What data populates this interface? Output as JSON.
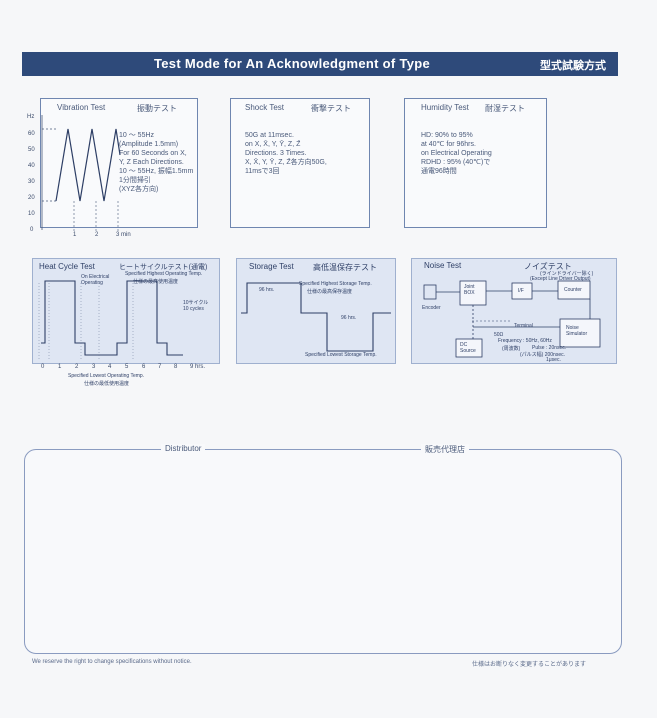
{
  "banner": {
    "title_en": "Test Mode for An Acknowledgment of Type",
    "title_jp": "型式試験方式"
  },
  "vibration": {
    "title_en": "Vibration Test",
    "title_jp": "振動テスト",
    "y_unit": "Hz",
    "y_ticks": [
      "60",
      "50",
      "40",
      "30",
      "20",
      "10",
      "0"
    ],
    "x_ticks": [
      "1",
      "2",
      "3 min"
    ],
    "desc": "10 ～ 55Hz\n(Amplitude 1.5mm)\nFor 60 Seconds on X,\nY, Z Each Directions.\n10 ～ 55Hz, 振幅1.5mm\n1分間掃引\n(XYZ各方向)"
  },
  "shock": {
    "title_en": "Shock Test",
    "title_jp": "衝撃テスト",
    "desc": "50G at 11msec.\non X, X̄, Y, Ȳ, Z, Z̄\nDirections. 3 Times.\nX, X̄, Y, Ȳ, Z, Z̄各方向50G,\n11msで3回"
  },
  "humidity": {
    "title_en": "Humidity Test",
    "title_jp": "耐湿テスト",
    "desc": "HD: 90% to 95%\nat 40℃ for 96hrs.\non Electrical Operating\nRDHD : 95% (40℃)で\n通電96時間"
  },
  "heat": {
    "title_en": "Heat Cycle Test",
    "title_jp": "ヒートサイクルテスト(通電)",
    "label_on": "On Electrical\nOperating",
    "label_high": "Specified Highest Operating Temp.",
    "label_high_jp": "仕様の最高使用温度",
    "label_cycles": "10サイクル\n10 cycles",
    "label_low": "Specified Lowest Operating Temp.",
    "label_low_jp": "仕様の最低使用温度",
    "x_ticks": [
      "0",
      "1",
      "2",
      "3",
      "4",
      "5",
      "6",
      "7",
      "8",
      "9 hrs."
    ]
  },
  "storage": {
    "title_en": "Storage Test",
    "title_jp": "高低温保存テスト",
    "label_96a": "96 hrs.",
    "label_high": "Specified Highest Storage Temp.",
    "label_high_jp": "仕様の最高保存温度",
    "label_96b": "96 hrs.",
    "label_low": "Specified Lowest Storage Temp."
  },
  "noise": {
    "title_en": "Noise Test",
    "title_jp": "ノイズテスト",
    "sub_jp": "(ラインドライバー除く)",
    "sub_en": "(Except Line Driver Output)",
    "encoder": "Encoder",
    "joint_box": "Joint\nBOX",
    "if": "I/F",
    "counter": "Counter",
    "terminal": "Terminal",
    "ohm": "50Ω",
    "dc_source": "DC\nSource",
    "frequency": "Frequency : 50Hz, 60Hz",
    "freq_jp": "(周波数)",
    "pulse": "Pulse : 20nsec.",
    "pulse_jp": "(パルス幅) 200nsec.",
    "usec": "1μsec.",
    "noise_sim": "Noise\nSimulator"
  },
  "distributor": {
    "label_en": "Distributor",
    "label_jp": "販売代理店"
  },
  "footer": {
    "left": "We reserve the right to change specifications without notice.",
    "right": "仕様はお断りなく変更することがあります"
  }
}
